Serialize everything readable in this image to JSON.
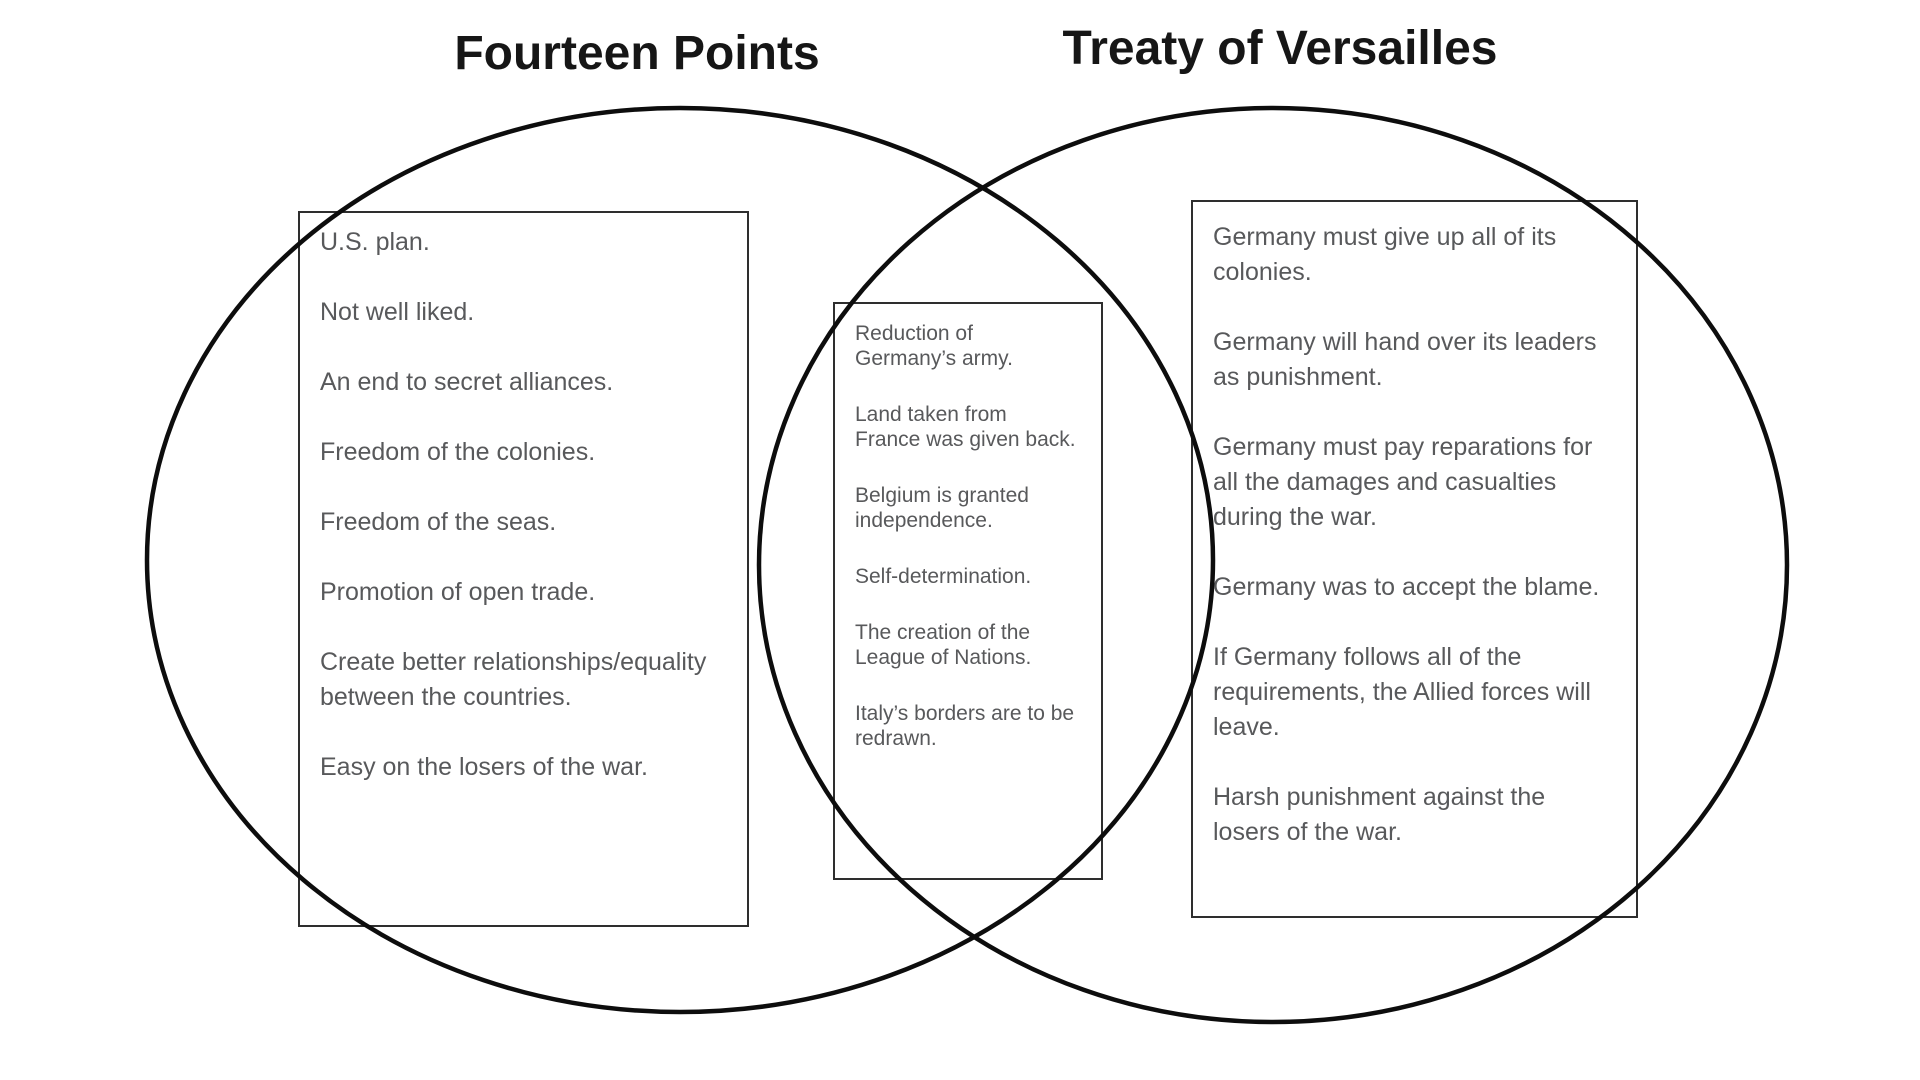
{
  "diagram": {
    "type": "venn",
    "left": {
      "title": "Fourteen Points",
      "items": [
        "U.S. plan.",
        "Not well liked.",
        "An end to secret alliances.",
        "Freedom of the colonies.",
        "Freedom of the seas.",
        "Promotion of open trade.",
        "Create better relationships/equality between the countries.",
        "Easy on the losers of the war."
      ]
    },
    "intersection": {
      "items": [
        "Reduction of Germany’s army.",
        "Land taken from France was given back.",
        "Belgium is granted independence.",
        "Self-determination.",
        "The creation of the League of Nations.",
        "Italy’s borders are to be redrawn."
      ]
    },
    "right": {
      "title": "Treaty of Versailles",
      "items": [
        "Germany must give up all of its colonies.",
        "Germany will hand over its leaders as punishment.",
        "Germany must pay reparations for all the damages and casualties during the war.",
        "Germany was to accept the blame.",
        "If Germany follows all of the requirements, the Allied forces will leave.",
        "Harsh punishment against the losers of the war."
      ]
    }
  },
  "colors": {
    "background": "#ffffff",
    "circle_stroke": "#0d0d0d",
    "box_border": "#2e2e2e",
    "body_text": "#58595b",
    "title_text": "#161616"
  }
}
